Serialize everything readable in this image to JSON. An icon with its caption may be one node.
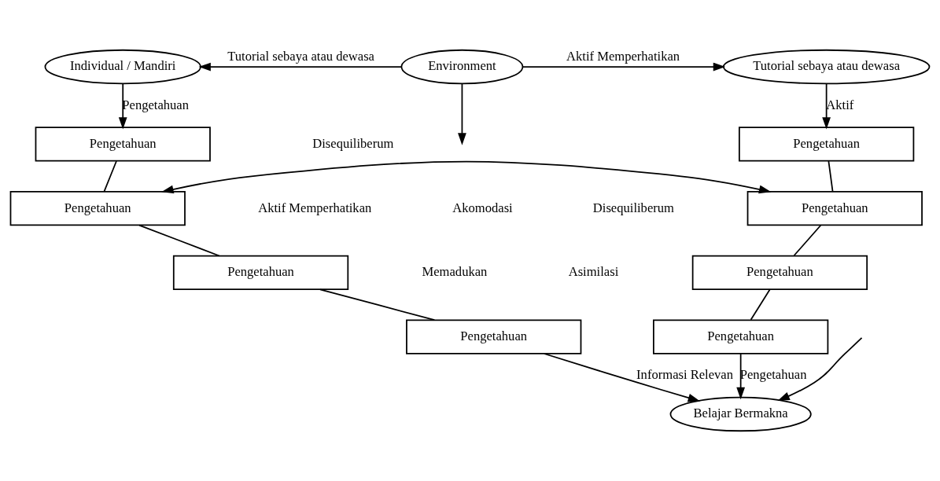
{
  "diagram": {
    "nodes": [
      {
        "text": [
          "Individual / Mandiri"
        ]
      },
      {
        "text": [
          "Environment"
        ]
      },
      {
        "text": [
          "Tutorial sebaya atau dewasa"
        ]
      },
      {
        "text": [
          "Pengetahuan"
        ]
      },
      {
        "text": [
          "Pengetahuan"
        ]
      },
      {
        "text": [
          "Pengetahuan"
        ]
      },
      {
        "text": [
          "Pengetahuan"
        ]
      },
      {
        "text": [
          "Pengetahuan"
        ]
      },
      {
        "text": [
          "Pengetahuan"
        ]
      },
      {
        "text": [
          "Pengetahuan"
        ]
      },
      {
        "text": [
          "Pengetahuan"
        ]
      },
      {
        "text": [
          "Belajar Bermakna"
        ]
      }
    ],
    "edges": [
      {
        "from": 1,
        "to": 0,
        "arrow": "to",
        "label": "Tutorial sebaya atau dewasa"
      },
      {
        "from": 1,
        "to": 2,
        "arrow": "to",
        "label": "Aktif Memperhatikan"
      },
      {
        "from": 0,
        "to": 3,
        "arrow": "to",
        "label": "Pengetahuan"
      },
      {
        "from": 2,
        "to": 7,
        "arrow": "to",
        "label": "Aktif"
      },
      {
        "from": 1,
        "to": null,
        "arrow": "to"
      },
      {
        "from": 4,
        "to": 8,
        "arrow": "both"
      },
      {
        "from": null,
        "to": 11,
        "arrow": "to"
      },
      {
        "from": 3,
        "to": 4,
        "arrow": "none"
      },
      {
        "from": 4,
        "to": 5,
        "arrow": "none"
      },
      {
        "from": 5,
        "to": 6,
        "arrow": "none"
      },
      {
        "from": 7,
        "to": 8,
        "arrow": "none"
      },
      {
        "from": 8,
        "to": 9,
        "arrow": "none"
      },
      {
        "from": 9,
        "to": 10,
        "arrow": "none"
      },
      {
        "from": 6,
        "to": 11,
        "arrow": "to",
        "label": "Informasi Relevan"
      },
      {
        "from": 10,
        "to": 11,
        "arrow": "to",
        "label": "Pengetahuan"
      }
    ],
    "labels": [
      "Disequiliberum",
      "Aktif Memperhatikan",
      "Akomodasi",
      "Disequiliberum",
      "Memadukan",
      "Asimilasi"
    ]
  }
}
